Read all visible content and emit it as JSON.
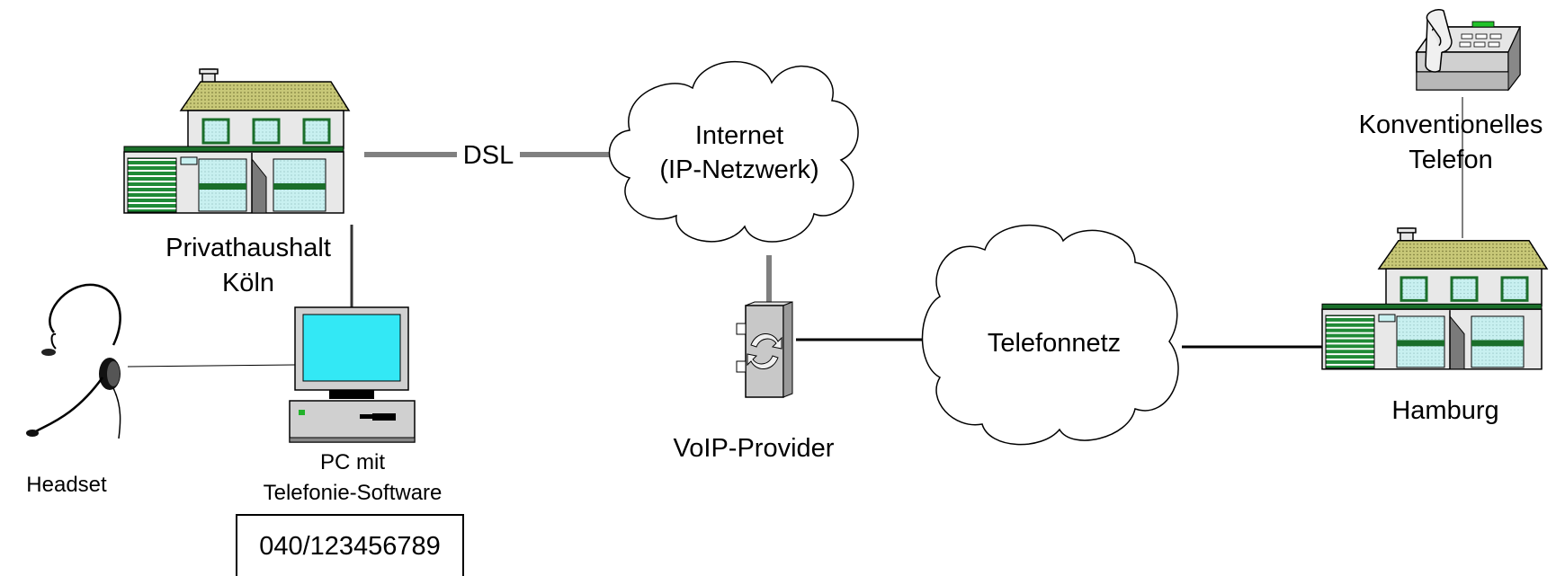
{
  "labels": {
    "dsl": "DSL",
    "internet_line1": "Internet",
    "internet_line2": "(IP-Netzwerk)",
    "home_cologne_line1": "Privathaushalt",
    "home_cologne_line2": "Köln",
    "pc_line1": "PC mit",
    "pc_line2": "Telefonie-Software",
    "phone_number": "040/123456789",
    "headset": "Headset",
    "voip_provider": "VoIP-Provider",
    "telephone_network": "Telefonnetz",
    "phone_line1": "Konventionelles",
    "phone_line2": "Telefon",
    "home_hamburg": "Hamburg"
  },
  "colors": {
    "roof": "#c8c878",
    "window_fill": "#c8f0f0",
    "trim_green": "#1a6e2a",
    "house_wall": "#e8e8e8",
    "screen": "#33e8f5",
    "device_gray": "#c8c8c8",
    "link_gray": "#808080"
  },
  "icons": [
    "house-icon",
    "cloud-icon",
    "pc-icon",
    "headset-icon",
    "router-icon",
    "phone-icon"
  ]
}
